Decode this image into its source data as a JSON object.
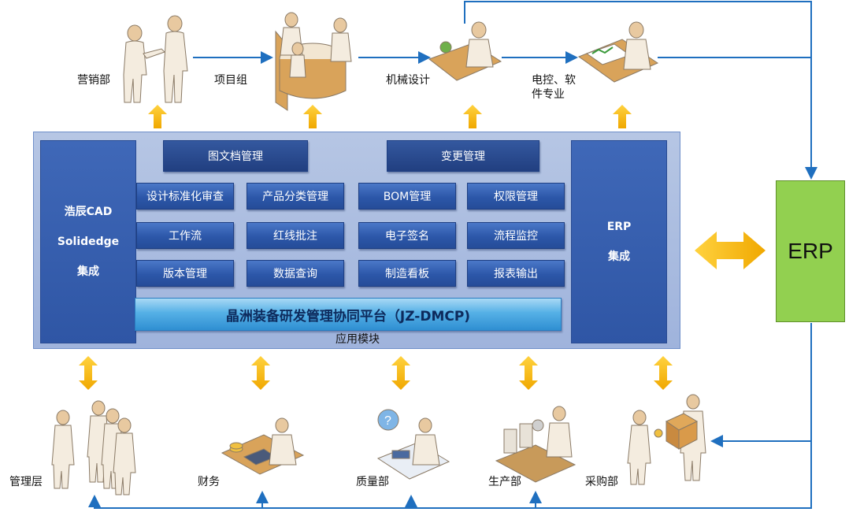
{
  "top_people": [
    {
      "label": "营销部"
    },
    {
      "label": "项目组"
    },
    {
      "label": "机械设计"
    },
    {
      "label_line1": "电控、软",
      "label_line2": "件专业"
    }
  ],
  "platform": {
    "left_col": [
      "浩辰CAD",
      "Solidedge",
      "集成"
    ],
    "right_col": [
      "ERP",
      "集成"
    ],
    "top_modules": [
      "图文档管理",
      "变更管理"
    ],
    "grid_modules": [
      "设计标准化审查",
      "产品分类管理",
      "BOM管理",
      "权限管理",
      "工作流",
      "红线批注",
      "电子签名",
      "流程监控",
      "版本管理",
      "数据查询",
      "制造看板",
      "报表输出"
    ],
    "banner": "晶洲装备研发管理协同平台（JZ-DMCP)",
    "app_label": "应用模块"
  },
  "erp_box": "ERP",
  "bottom_people": [
    {
      "label": "管理层"
    },
    {
      "label": "财务"
    },
    {
      "label": "质量部"
    },
    {
      "label": "生产部"
    },
    {
      "label": "采购部"
    }
  ],
  "colors": {
    "flow_line": "#1f6fbf",
    "arrow_yellow": "#f5b400",
    "module_blue": "#2c57a9",
    "erp_green": "#92d050"
  }
}
